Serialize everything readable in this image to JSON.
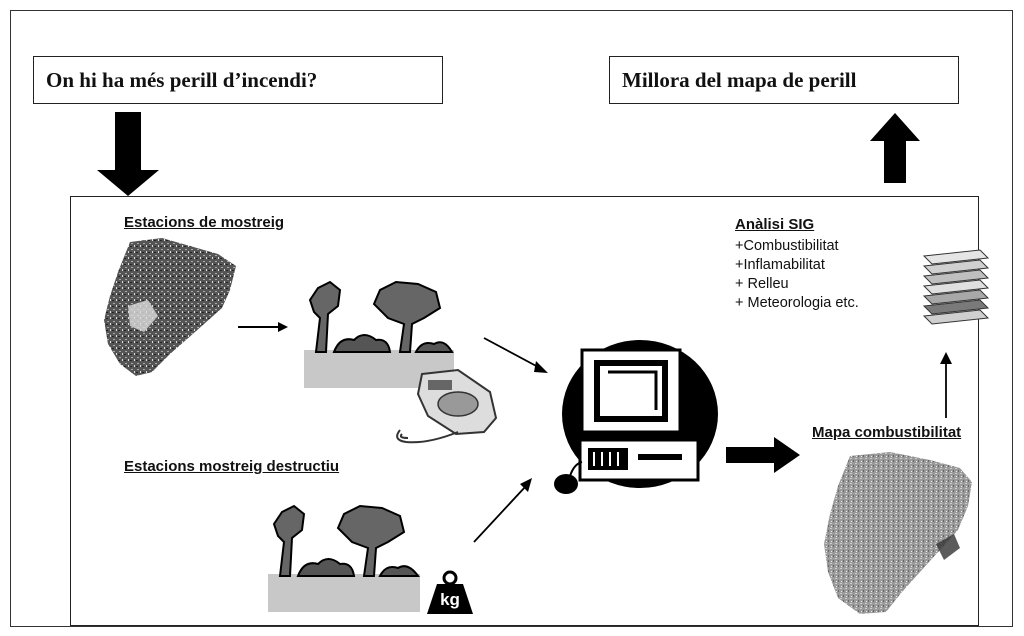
{
  "top_left_box": {
    "text": "On hi ha més perill d’incendi?"
  },
  "top_right_box": {
    "text": "Millora del mapa de perill"
  },
  "sampling": {
    "label": "Estacions de mostreig"
  },
  "destructive_sampling": {
    "label": "Estacions mostreig destructiu"
  },
  "gis_analysis": {
    "title": "Anàlisi  SIG",
    "items": [
      "+Combustibilitat",
      "+Inflamabilitat",
      "+ Relleu",
      "+ Meteorologia etc."
    ]
  },
  "fuel_map": {
    "label": "Mapa combustibilitat"
  },
  "scale_weight": {
    "unit": "kg"
  }
}
